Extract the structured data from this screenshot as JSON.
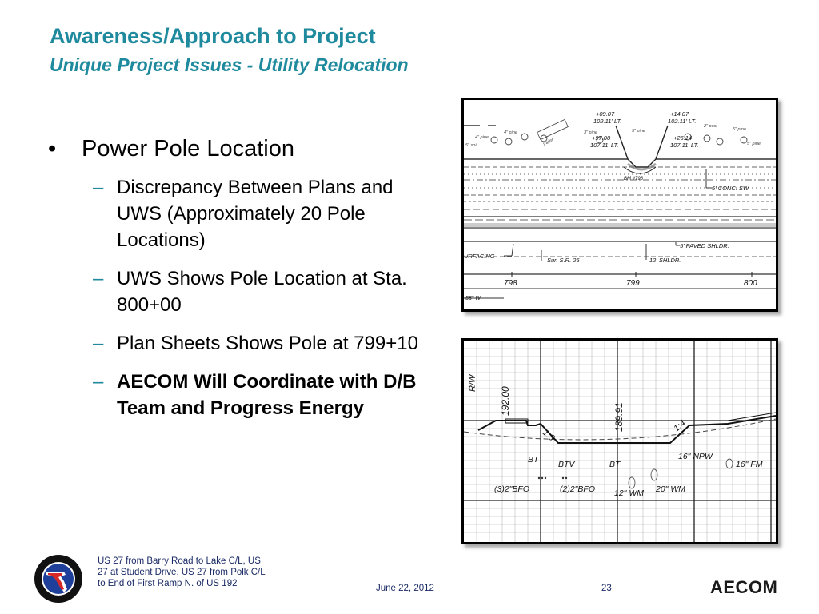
{
  "header": {
    "title": "Awareness/Approach to Project",
    "subtitle": "Unique Project Issues - Utility Relocation"
  },
  "content": {
    "main_bullet": "Power Pole Location",
    "sub_items": [
      "Discrepancy Between Plans and UWS (Approximately 20 Pole Locations)",
      "UWS Shows Pole Location at Sta. 800+00",
      "Plan Sheets Shows Pole at 799+10",
      "AECOM Will Coordinate with D/B Team and Progress Energy"
    ]
  },
  "plan_drawing": {
    "labels": {
      "sta_a": "+09.07",
      "off_a": "102.11' LT.",
      "sta_b": "+97.00",
      "off_b": "107.11' LT.",
      "sta_c": "+14.07",
      "off_c": "102.11' LT.",
      "sta_d": "+26.14",
      "off_d": "107.11' LT.",
      "conc_sw": "5' CONC. SW",
      "paved_shldr": "5' PAVED SHLDR.",
      "shldr": "12' SHLDR.",
      "surfacing": "URFACING",
      "route": "Sur. S.R. 25",
      "bm": "BM #796",
      "sta_798": "798",
      "sta_799": "799",
      "sta_800": "800",
      "width": "58\" W",
      "pine1": "4\" pine",
      "pine2": "4\" pine",
      "pine3": "3\" pine",
      "pine4": "5\" pine",
      "pine5": "2\" post",
      "pine6": "5\" pine",
      "pine7": "5\" pine",
      "soil": "5\" soil",
      "trailer": "trailer"
    }
  },
  "section_drawing": {
    "labels": {
      "rw": "R/W",
      "elev_a": "192.00",
      "elev_b": "189.91",
      "slope_a": "1:3",
      "slope_b": "1:4",
      "bt1": "BT",
      "btv": "BTV",
      "bt2": "BT",
      "npw": "16\" NPW",
      "fm": "16\" FM",
      "bfo1": "(3)2\"BFO",
      "bfo2": "(2)2\"BFO",
      "wm12": "12\" WM",
      "wm20": "20\" WM"
    }
  },
  "footer": {
    "project": "US 27 from Barry Road to Lake C/L, US 27 at Student Drive, US 27 from Polk C/L to End of First Ramp N. of US 192",
    "date": "June 22, 2012",
    "page": "23",
    "brand": "AECOM"
  },
  "colors": {
    "accent": "#1f8a9e",
    "footer_text": "#1a2a66"
  }
}
